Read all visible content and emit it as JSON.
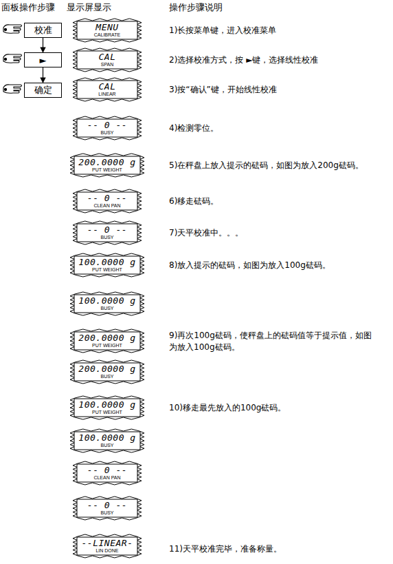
{
  "diagram": {
    "nodes": [
      {
        "text": [
          "校准"
        ]
      },
      {
        "text": [
          "►"
        ]
      },
      {
        "text": [
          "确定"
        ]
      },
      {
        "text": [
          "MENU",
          "CALIBRATE"
        ]
      },
      {
        "text": [
          "CAL",
          "SPAN"
        ]
      },
      {
        "text": [
          "CAL",
          "LINEAR"
        ]
      },
      {
        "text": [
          "-- 0 --",
          "BUSY"
        ]
      },
      {
        "text": [
          "200.0000 g",
          "PUT WEIGHT"
        ]
      },
      {
        "text": [
          "-- 0 --",
          "CLEAN PAN"
        ]
      },
      {
        "text": [
          "-- 0 --",
          "BUSY"
        ]
      },
      {
        "text": [
          "100.0000 g",
          "PUT WEIGHT"
        ]
      },
      {
        "text": [
          "100.0000 g",
          "BUSY"
        ]
      },
      {
        "text": [
          "200.0000 g",
          "PUT WEIGHT"
        ]
      },
      {
        "text": [
          "200.0000 g",
          "BUSY"
        ]
      },
      {
        "text": [
          "100.0000 g",
          "PUT WEIGHT"
        ]
      },
      {
        "text": [
          "100.0000 g",
          "BUSY"
        ]
      },
      {
        "text": [
          "-- 0 --",
          "CLEAN PAN"
        ]
      },
      {
        "text": [
          "-- 0 --",
          "BUSY"
        ]
      },
      {
        "text": [
          "--LINEAR-",
          "LIN DONE"
        ]
      }
    ],
    "edges": [
      {
        "from": 0,
        "to": 1,
        "arrow": "to"
      },
      {
        "from": 1,
        "to": 2,
        "arrow": "to"
      }
    ],
    "labels": [
      "面板操作步骤",
      "显示屏显示",
      "操作步骤说明",
      "1)长按菜单键，进入校准菜单",
      "2)选择校准方式，按 ►键，选择线性校准",
      "3)按“确认”键，开始线性校准",
      "4)检测零位。",
      "5)在秤盘上放入提示的砝码，如图为放入200g砝码。",
      "6)移走砝码。",
      "7)天平校准中。。。",
      "8)放入提示的砝码，如图为放入100g砝码。",
      "9)再次100g砝码，使秤盘上的砝码值等于提示值，如图为放入100g砝码。",
      "10)移走最先放入的100g砝码。",
      "11)天平校准完毕，准备称量。"
    ]
  }
}
